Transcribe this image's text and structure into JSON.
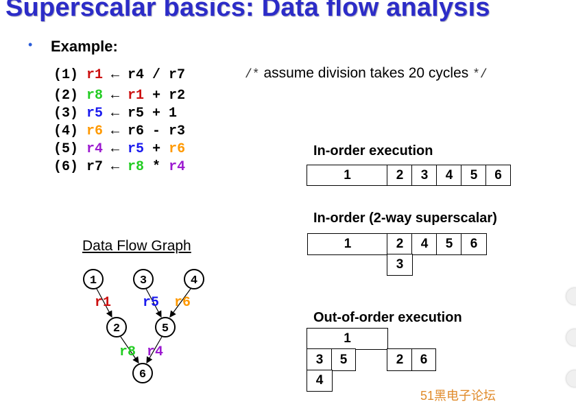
{
  "slide": {
    "title": "Superscalar basics: Data flow analysis",
    "bullet": "Example:",
    "comment_open": "/*",
    "comment_text": " assume division takes 20 cycles ",
    "comment_close": "*/"
  },
  "colors": {
    "title": "#2c2cc8",
    "r1": "#cc1010",
    "r8": "#22cc22",
    "r5": "#1a1aee",
    "r6": "#ff9900",
    "r4": "#9c1ad0",
    "plain": "#000000"
  },
  "code_lines": [
    [
      {
        "t": "(1) "
      },
      {
        "t": "r1",
        "c": "r1"
      },
      {
        "t": " ← r4 / r7"
      }
    ],
    [
      {
        "t": "(2) "
      },
      {
        "t": "r8",
        "c": "r8"
      },
      {
        "t": " ← "
      },
      {
        "t": "r1",
        "c": "r1"
      },
      {
        "t": " + r2"
      }
    ],
    [
      {
        "t": "(3) "
      },
      {
        "t": "r5",
        "c": "r5"
      },
      {
        "t": " ← r5 + 1"
      }
    ],
    [
      {
        "t": "(4) "
      },
      {
        "t": "r6",
        "c": "r6"
      },
      {
        "t": " ← r6 - r3"
      }
    ],
    [
      {
        "t": "(5) "
      },
      {
        "t": "r4",
        "c": "r4"
      },
      {
        "t": " ← "
      },
      {
        "t": "r5",
        "c": "r5"
      },
      {
        "t": " + "
      },
      {
        "t": "r6",
        "c": "r6"
      }
    ],
    [
      {
        "t": "(6) r7 ← "
      },
      {
        "t": "r8",
        "c": "r8"
      },
      {
        "t": " * "
      },
      {
        "t": "r4",
        "c": "r4"
      }
    ]
  ],
  "dfg": {
    "title": "Data Flow Graph",
    "nodes": [
      "1",
      "2",
      "3",
      "4",
      "5",
      "6"
    ],
    "edge_labels": [
      {
        "text": "r1",
        "c": "r1"
      },
      {
        "text": "r5",
        "c": "r5"
      },
      {
        "text": "r6",
        "c": "r6"
      },
      {
        "text": "r8",
        "c": "r8"
      },
      {
        "text": "r4",
        "c": "r4"
      }
    ]
  },
  "timelines": {
    "inorder": {
      "label": "In-order execution",
      "cells": [
        "1",
        "2",
        "3",
        "4",
        "5",
        "6"
      ]
    },
    "superscalar": {
      "label": "In-order (2-way superscalar)",
      "cells": [
        "1",
        "2",
        "4",
        "5",
        "6",
        "3"
      ]
    },
    "ooo": {
      "label": "Out-of-order execution",
      "cells": [
        "1",
        "3",
        "5",
        "2",
        "6",
        "4"
      ]
    }
  },
  "watermark": "51黑电子论坛"
}
